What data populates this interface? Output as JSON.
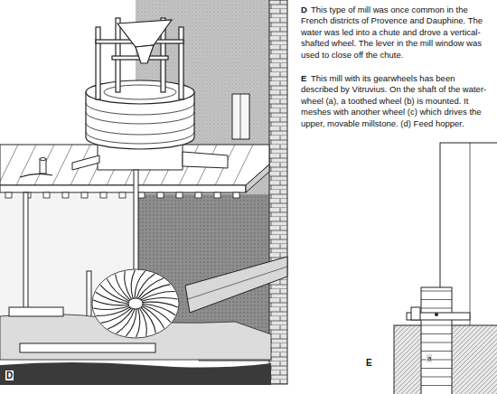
{
  "diagram": {
    "labels": [
      "D",
      "This type of mill was once common in the French districts of Provence and Dauphine. The water was led into a chute and drove a vertical-shafted wheel. The lever in the mill window was used to close off the chute.",
      "E",
      "This mill with its gearwheels has been described by Vitruvius. On the shaft of the water-wheel (a), a toothed wheel (b) is mounted. It meshes with another wheel (c) which drives the upper, movable millstone. (d) Feed hopper.",
      "D",
      "E",
      "a"
    ]
  }
}
